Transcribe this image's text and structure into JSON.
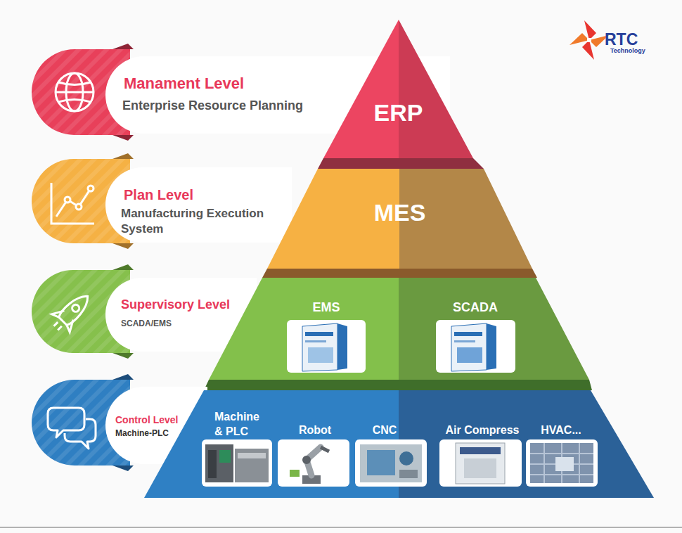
{
  "diagram": {
    "nodes": [
      {
        "text": [
          "Manament Level",
          "Enterprise Resource Planning"
        ]
      },
      {
        "text": [
          "ERP"
        ]
      },
      {
        "text": [
          "Plan Level",
          "Manufacturing Execution System"
        ]
      },
      {
        "text": [
          "MES"
        ]
      },
      {
        "text": [
          "Supervisory Level",
          "SCADA/EMS"
        ]
      },
      {
        "text": [
          "EMS",
          "SCADA"
        ]
      },
      {
        "text": [
          "Control Level",
          "Machine-PLC"
        ]
      },
      {
        "text": [
          "Machine & PLC",
          "Robot",
          "CNC",
          "Air Compress",
          "HVAC..."
        ]
      }
    ],
    "labels": [
      "RTC",
      "Technology"
    ]
  }
}
